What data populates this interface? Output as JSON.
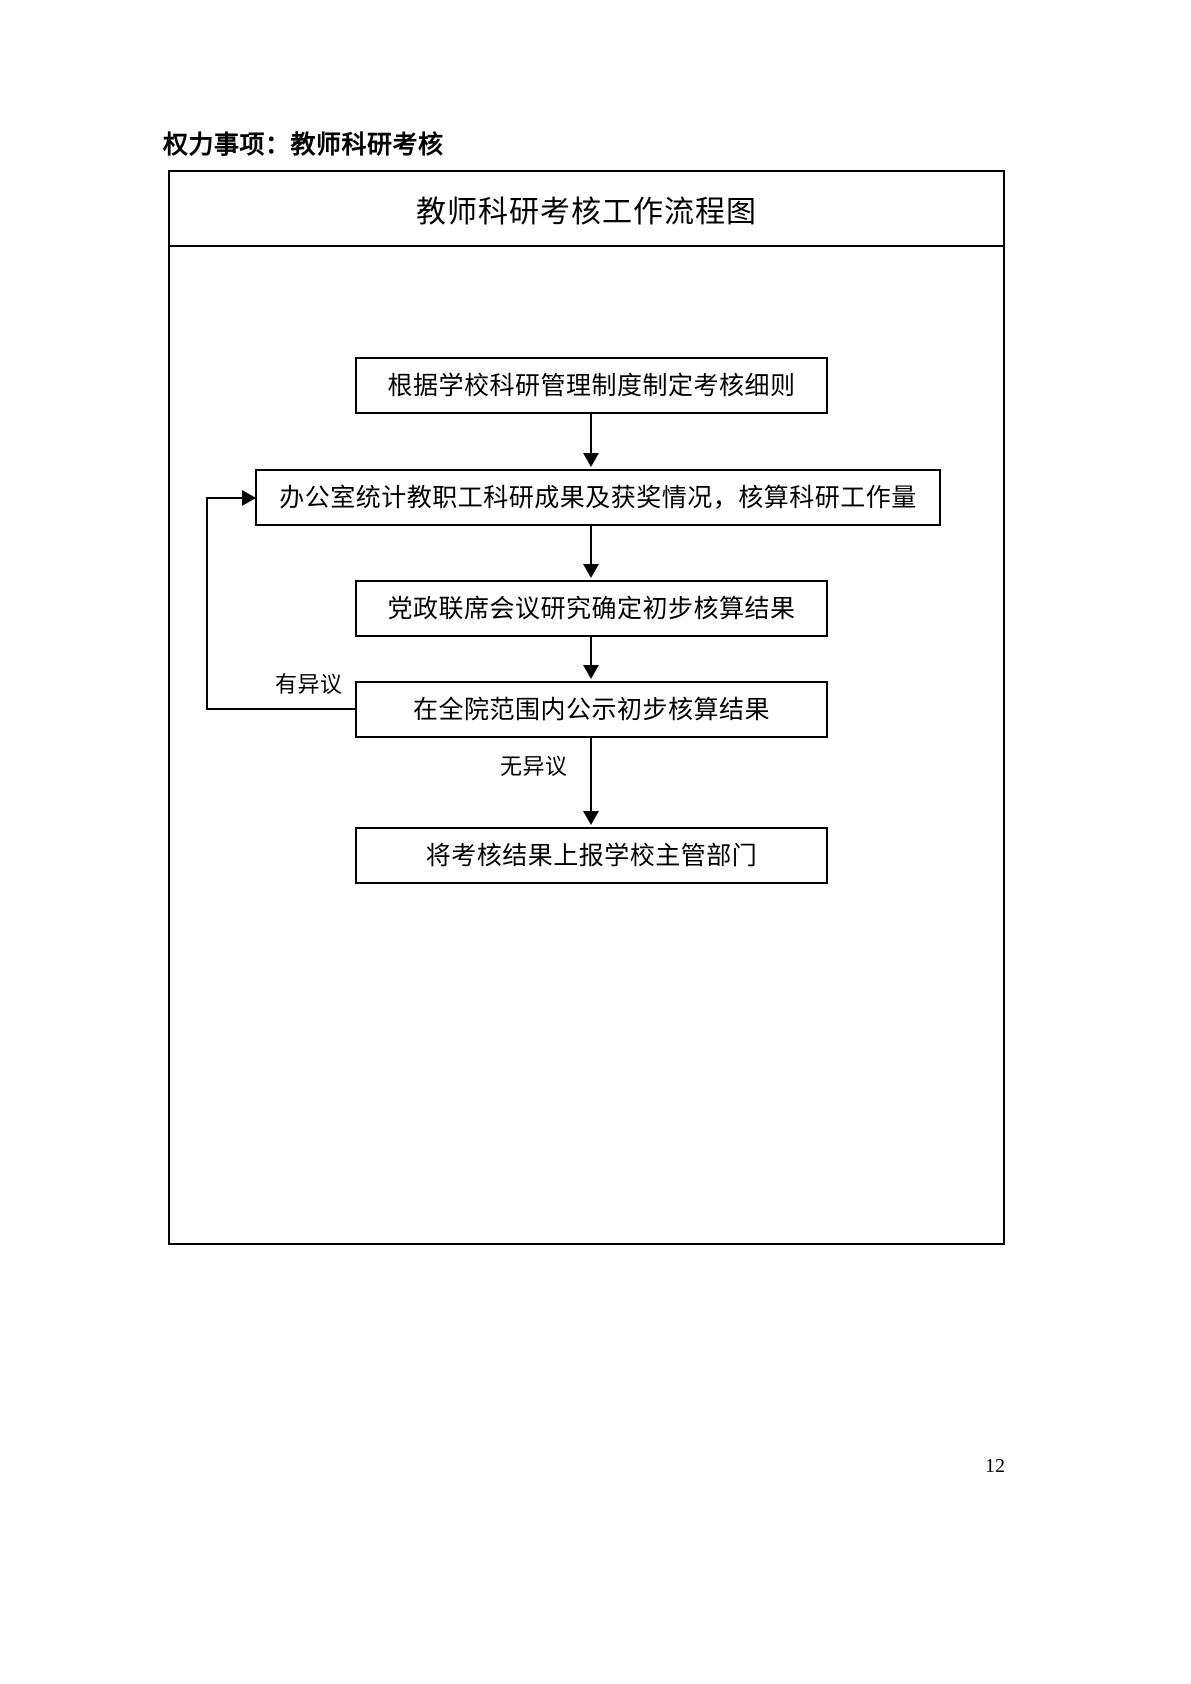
{
  "document": {
    "heading": "权力事项：教师科研考核",
    "page_number": "12"
  },
  "flowchart": {
    "title": "教师科研考核工作流程图",
    "nodes": [
      {
        "id": "n1",
        "label": "根据学校科研管理制度制定考核细则"
      },
      {
        "id": "n2",
        "label": "办公室统计教职工科研成果及获奖情况，核算科研工作量"
      },
      {
        "id": "n3",
        "label": "党政联席会议研究确定初步核算结果"
      },
      {
        "id": "n4",
        "label": "在全院范围内公示初步核算结果"
      },
      {
        "id": "n5",
        "label": "将考核结果上报学校主管部门"
      }
    ],
    "edge_labels": {
      "objection": "有异议",
      "no_objection": "无异议"
    },
    "colors": {
      "line": "#000000",
      "box_fill": "#ffffff",
      "text": "#000000"
    }
  }
}
